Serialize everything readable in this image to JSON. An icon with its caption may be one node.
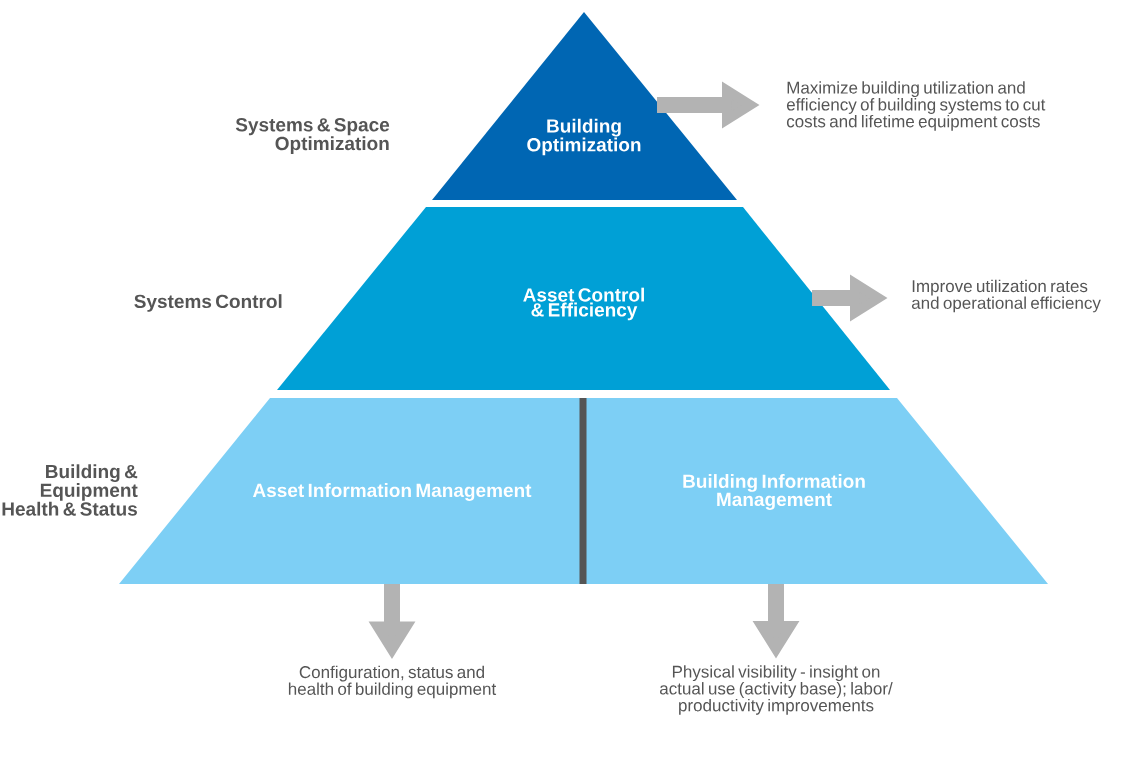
{
  "diagram": {
    "nodes": [
      {
        "text": [
          "Building Optimization"
        ]
      },
      {
        "text": [
          "Asset Control & Efficiency"
        ]
      },
      {
        "text": [
          "Asset Information Management"
        ]
      },
      {
        "text": [
          "Building Information Management"
        ]
      },
      {
        "text": [
          "Maximize building utilization and efficiency of building systems to cut costs and lifetime equipment costs"
        ]
      },
      {
        "text": [
          "Improve utilization rates and operational efficiency"
        ]
      },
      {
        "text": [
          "Configuration, status and health of building equipment"
        ]
      },
      {
        "text": [
          "Physical visibility - insight on actual use (activity base); labor/ productivity improvements"
        ]
      }
    ],
    "edges": [
      {
        "from": 0,
        "to": 4,
        "arrow": "to"
      },
      {
        "from": 1,
        "to": 5,
        "arrow": "to"
      },
      {
        "from": 2,
        "to": 6,
        "arrow": "to"
      },
      {
        "from": 3,
        "to": 7,
        "arrow": "to"
      }
    ],
    "labels": [
      "Systems & Space Optimization",
      "Systems Control",
      "Building & Equipment Health & Status"
    ]
  }
}
